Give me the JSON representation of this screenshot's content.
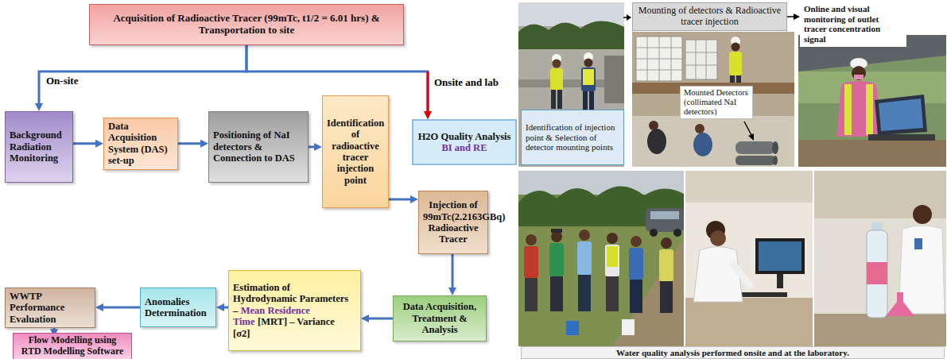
{
  "diagram": {
    "caption": "Water quality analysis performed onsite and at the laboratory.",
    "nodes": [
      {
        "text": [
          "Acquisition of Radioactive Tracer (99mTc, t1/2 = 6.01 hrs) & Transportation to site"
        ]
      },
      {
        "text": [
          "Background Radiation Monitoring"
        ]
      },
      {
        "text": [
          "Data Acquisition System (DAS) set-up"
        ]
      },
      {
        "text": [
          "Positioning of NaI detectors & Connection to DAS"
        ]
      },
      {
        "text": [
          "Identification of radioactive tracer injection point"
        ]
      },
      {
        "text": [
          "H2O Quality Analysis",
          "BI and RE"
        ]
      },
      {
        "text": [
          "Injection of",
          "99mTc(2.2163GBq)",
          "Radioactive Tracer"
        ]
      },
      {
        "text": [
          "Data Acquisition, Treatment & Analysis"
        ]
      },
      {
        "text": [
          "Estimation of Hydrodynamic Parameters –",
          "Mean Residence Time",
          "[MRT] – Variance [σ2]"
        ]
      },
      {
        "text": [
          "Anomalies Determination"
        ]
      },
      {
        "text": [
          "WWTP Performance Evaluation"
        ]
      },
      {
        "text": [
          "Flow Modelling using RTD Modelling Software"
        ]
      },
      {
        "text": [
          "Identification of injection point & Selection of detector mounting points"
        ]
      },
      {
        "text": [
          "Mounting of detectors & Radioactive tracer injection"
        ]
      },
      {
        "text": [
          "Online and visual monitoring of outlet tracer concentration signal"
        ]
      },
      {
        "text": [
          "Mounted Detectors (collimated NaI detectors)"
        ]
      }
    ],
    "edges": [
      {
        "from": 0,
        "to": 1,
        "arrow": "to"
      },
      {
        "from": 0,
        "to": 5,
        "arrow": "to"
      },
      {
        "from": 1,
        "to": 2,
        "arrow": "to"
      },
      {
        "from": 2,
        "to": 3,
        "arrow": "to"
      },
      {
        "from": 3,
        "to": 4,
        "arrow": "to"
      },
      {
        "from": 4,
        "to": 6,
        "arrow": "to"
      },
      {
        "from": 6,
        "to": 7,
        "arrow": "to"
      },
      {
        "from": 7,
        "to": 8,
        "arrow": "to"
      },
      {
        "from": 8,
        "to": 9,
        "arrow": "to"
      },
      {
        "from": 9,
        "to": 10,
        "arrow": "to"
      },
      {
        "from": 10,
        "to": 11,
        "arrow": "to"
      },
      {
        "from": 13,
        "to": 14,
        "arrow": "to"
      }
    ],
    "labels": [
      "On-site",
      "Onsite and lab"
    ]
  }
}
